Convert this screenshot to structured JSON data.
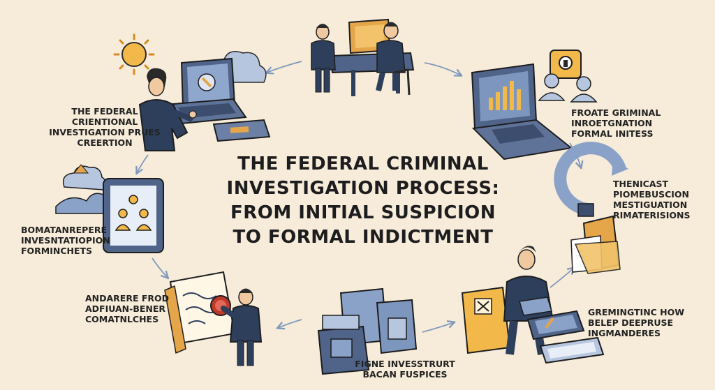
{
  "title_lines": [
    "THE FEDERAL CRIMINAL",
    "INVESTIGATION PROCESS:",
    "FROM INITIAL SUSPICION",
    "TO FORMAL INDICTMENT"
  ],
  "labels": {
    "top_left": [
      "THE FEDERAL",
      "CRIENTIONAL",
      "INVESTIGATION PRUES",
      "CREERTION"
    ],
    "left": [
      "BOMATANREPERE",
      "INVESNTATIOPION",
      "FORMINCHETS"
    ],
    "bottom_left": [
      "ANDARERE FROD",
      "ADFIUAN-BENER",
      "COMATNLCHES"
    ],
    "bottom_center": [
      "FIGNE INVESSTRURT",
      "BACAN FUSPICES"
    ],
    "right_top": [
      "FROATE GRIMINAL",
      "INROETGNATION",
      "FORMAL INITESS"
    ],
    "right_mid": [
      "THENICAST",
      "PIOMEBUSCION",
      "MESTIGUATION",
      "RIMATERISIONS"
    ],
    "right_bottom": [
      "GREMINGTINC HOW",
      "BELEP DEEPRUSE",
      "INGMANDERES"
    ]
  },
  "colors": {
    "background": "#f7ecd9",
    "suit": "#2e3f5c",
    "accent_orange": "#e5a64a",
    "accent_blue": "#7d96bd",
    "arrow": "#7f98be"
  }
}
